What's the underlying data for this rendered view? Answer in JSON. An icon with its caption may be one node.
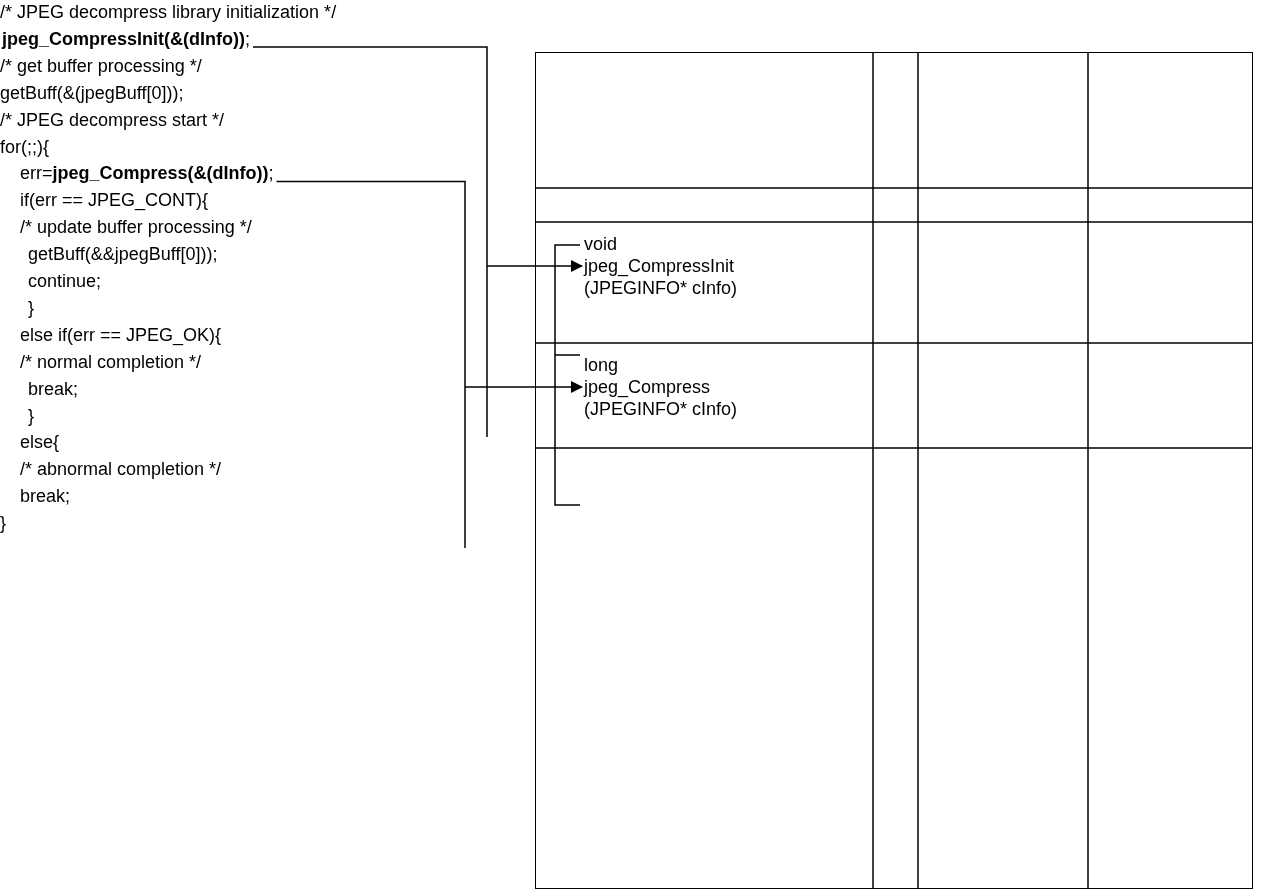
{
  "diagram": {
    "nodes": [
      {
        "text": [
          "**jpeg_CompressInit(&(dInfo))**;"
        ]
      },
      {
        "text": [
          "err=**jpeg_Compress(&(dInfo))**;"
        ]
      },
      {
        "text": [],
        "shape": "box"
      },
      {
        "text": [
          "void",
          "jpeg_CompressInit",
          "(JPEGINFO* cInfo)"
        ],
        "in": 2
      },
      {
        "text": [
          "long",
          "jpeg_Compress",
          "(JPEGINFO* cInfo)"
        ],
        "in": 2
      }
    ],
    "edges": [
      {
        "from": 0,
        "to": 3,
        "arrow": "to"
      },
      {
        "from": 1,
        "to": 4,
        "arrow": "to"
      }
    ],
    "labels": [
      "/* JPEG decompress library initialization */",
      "/* get buffer processing */",
      "getBuff(&(jpegBuff[0]));",
      "/* JPEG decompress start */",
      "for(;;){",
      "if(err == JPEG_CONT){",
      "/* update buffer processing */",
      "getBuff(&&jpegBuff[0]));",
      "continue;",
      "}",
      "else if(err == JPEG_OK){",
      "/* normal completion */",
      "break;",
      "}",
      "else{",
      "/* abnormal completion */",
      "break;",
      "}"
    ]
  }
}
